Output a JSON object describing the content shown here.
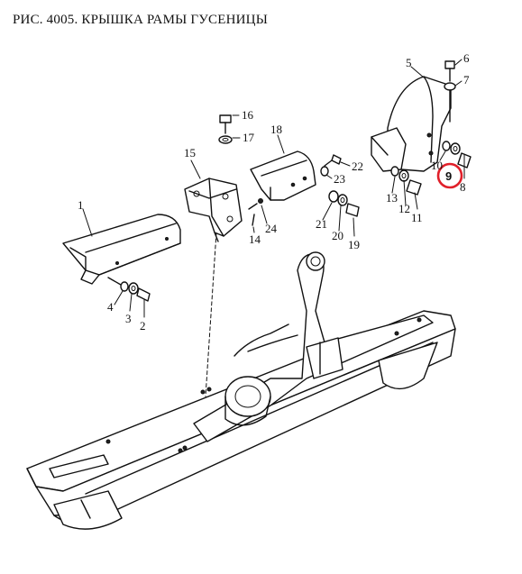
{
  "title": "РИС. 4005. КРЫШКА РАМЫ ГУСЕНИЦЫ",
  "highlight_color": "#e0202a",
  "highlighted_part": "9",
  "callouts": {
    "c1": "1",
    "c2": "2",
    "c3": "3",
    "c4": "4",
    "c5": "5",
    "c6": "6",
    "c7": "7",
    "c8": "8",
    "c9": "9",
    "c10": "10",
    "c11": "11",
    "c12": "12",
    "c13": "13",
    "c14": "14",
    "c15": "15",
    "c16": "16",
    "c17": "17",
    "c18": "18",
    "c19": "19",
    "c20": "20",
    "c21": "21",
    "c22": "22",
    "c23": "23",
    "c24": "24"
  }
}
